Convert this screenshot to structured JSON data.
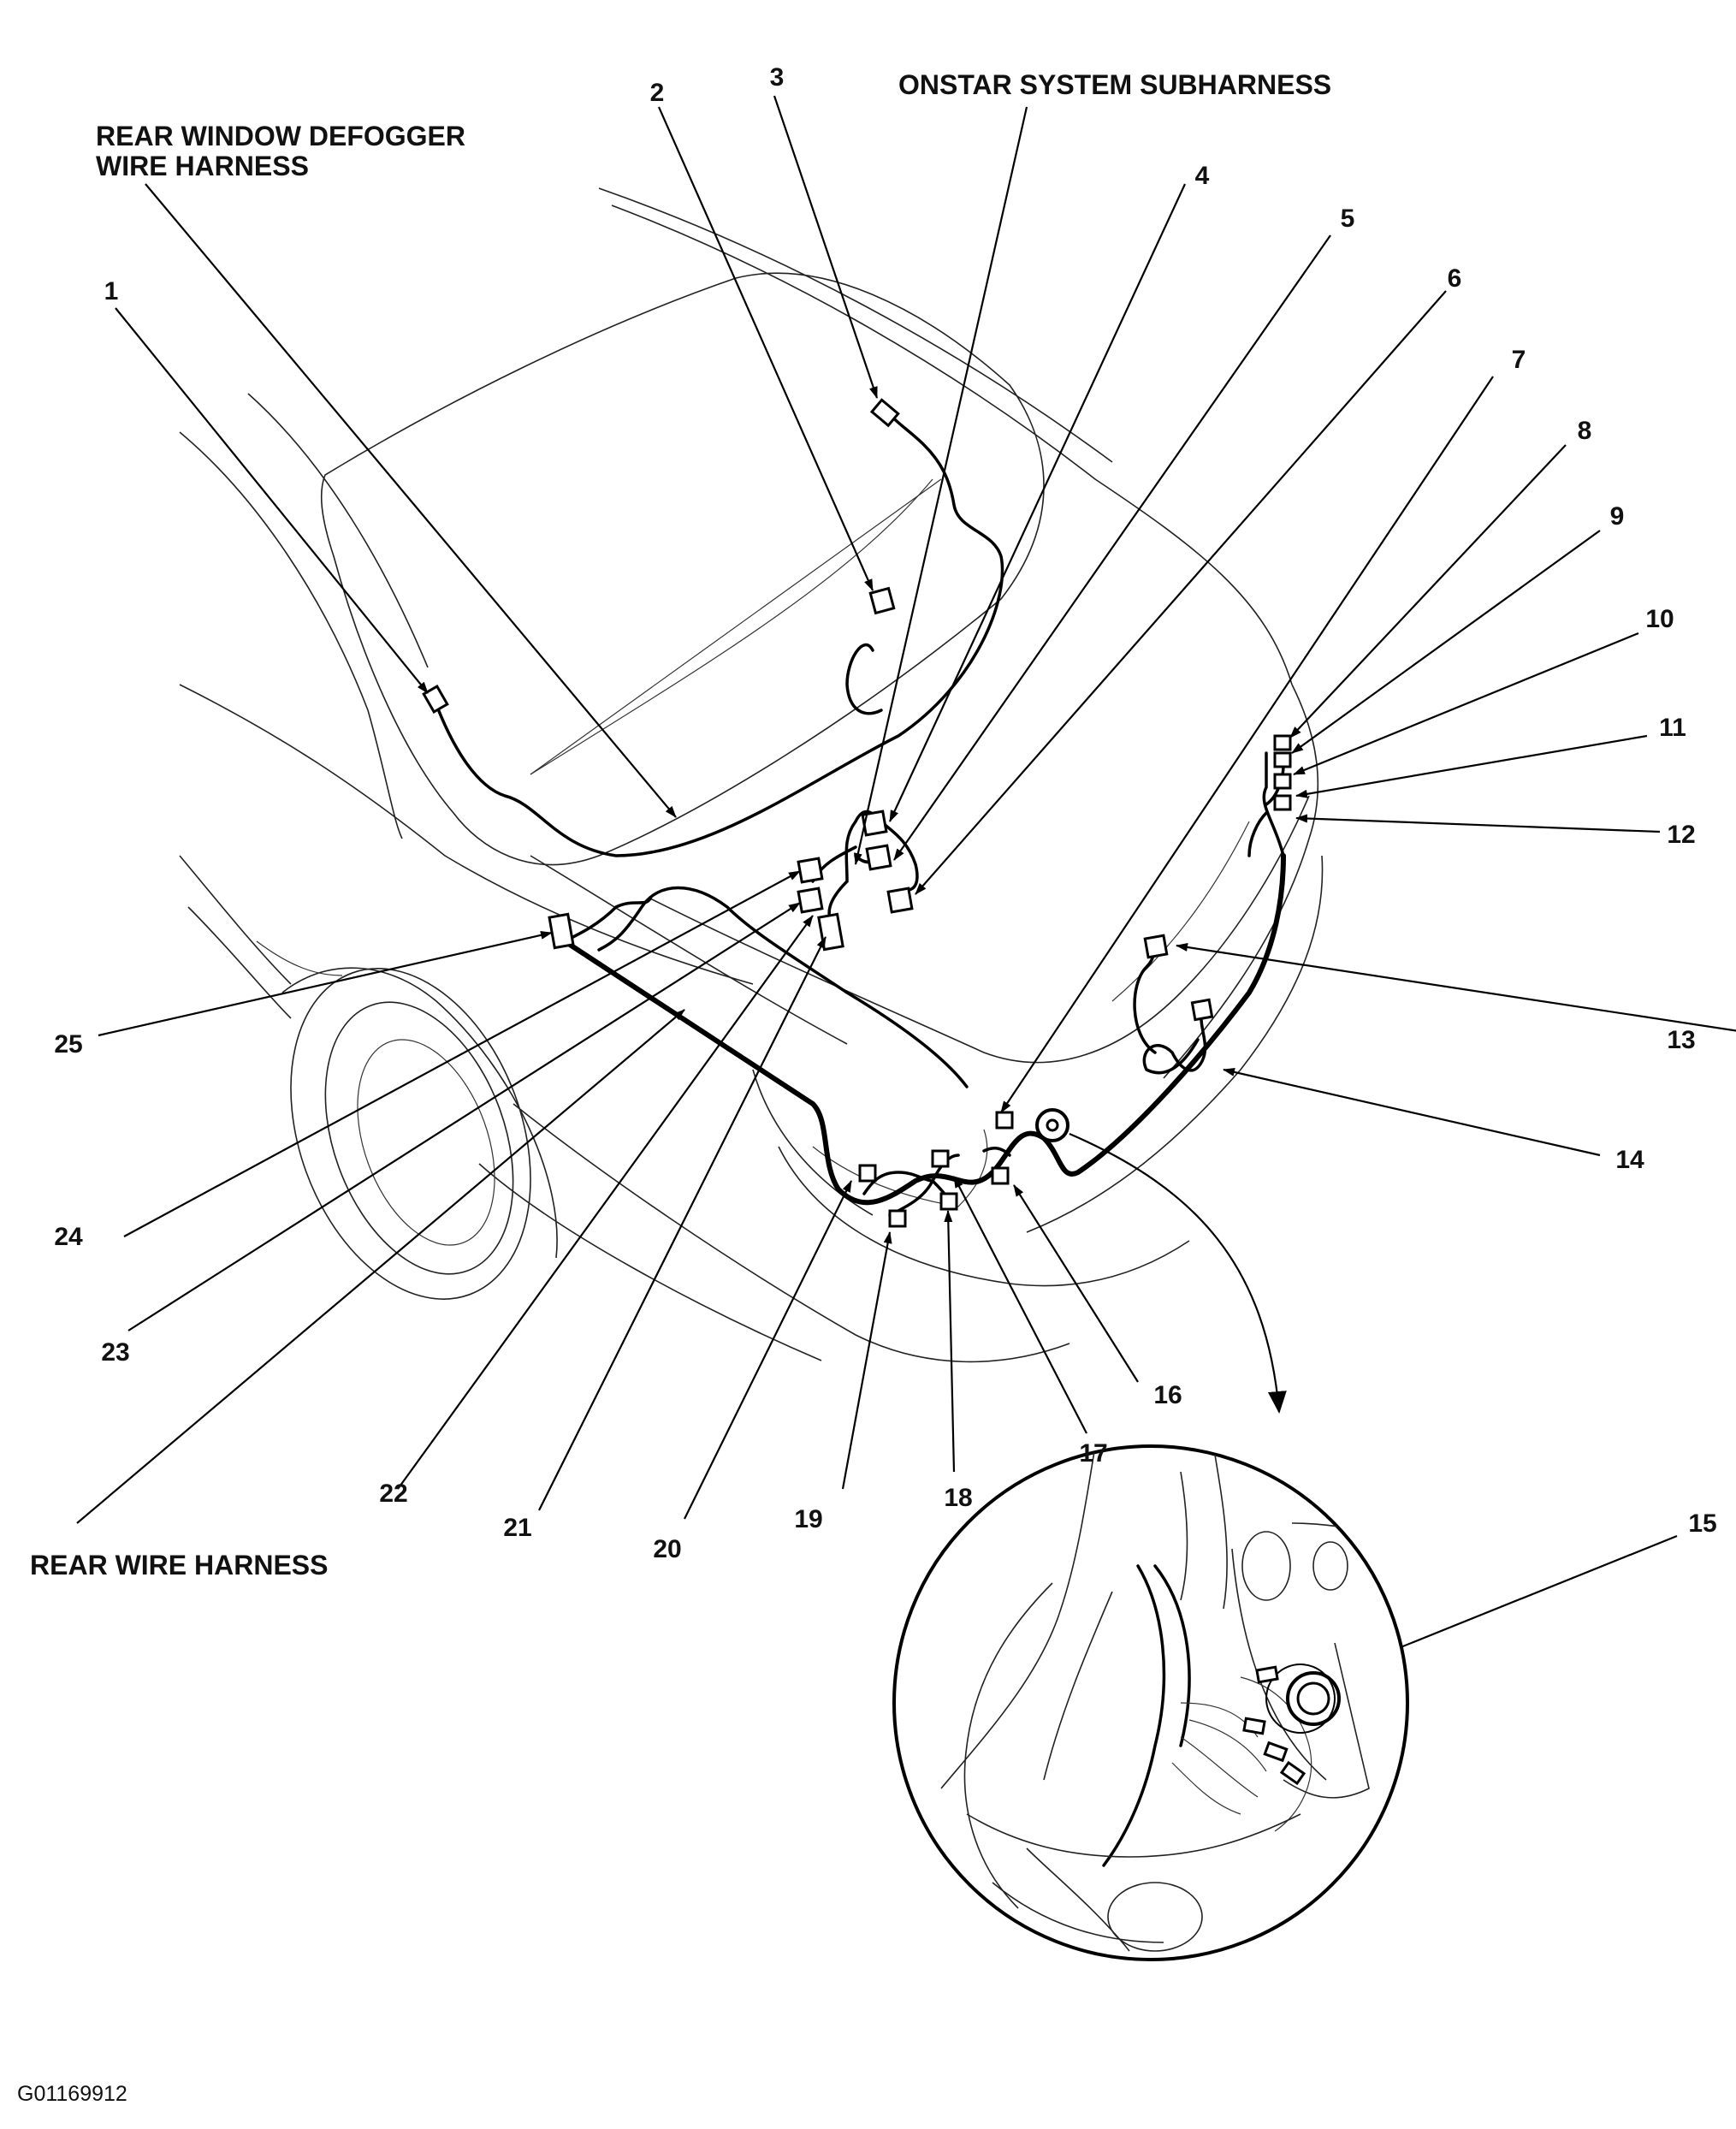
{
  "labels": {
    "rear_window_defogger_line1": "REAR WINDOW DEFOGGER",
    "rear_window_defogger_line2": "WIRE HARNESS",
    "onstar": "ONSTAR SYSTEM SUBHARNESS",
    "rear_wire_harness": "REAR WIRE HARNESS",
    "figure_code": "G01169912"
  },
  "callouts": [
    "1",
    "2",
    "3",
    "4",
    "5",
    "6",
    "7",
    "8",
    "9",
    "10",
    "11",
    "12",
    "13",
    "14",
    "15",
    "16",
    "17",
    "18",
    "19",
    "20",
    "21",
    "22",
    "23",
    "24",
    "25"
  ],
  "colors": {
    "ink": "#000000",
    "paper": "#ffffff"
  }
}
